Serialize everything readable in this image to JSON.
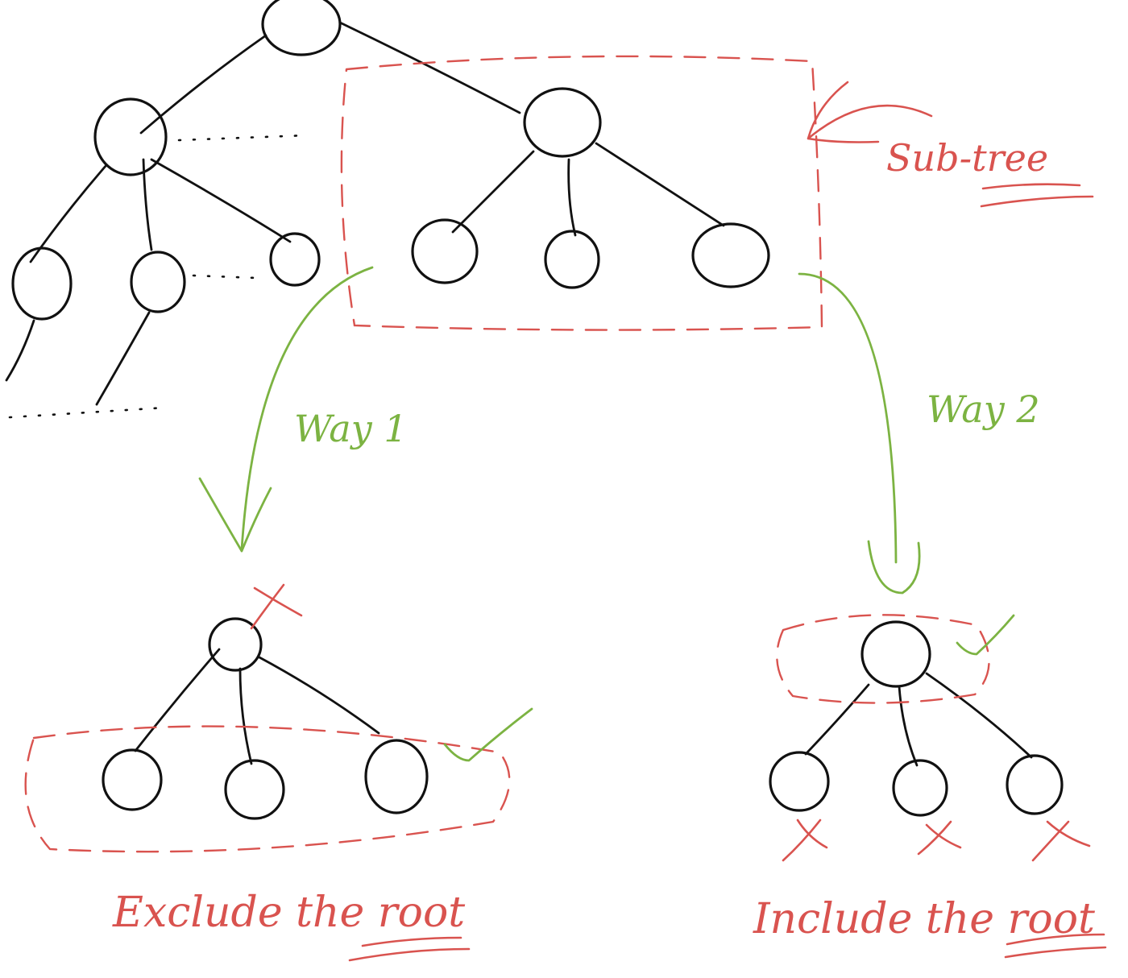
{
  "labels": {
    "subtree": "Sub-tree",
    "way1": "Way 1",
    "way2": "Way 2",
    "exclude": "Exclude the root",
    "include": "Include the root"
  },
  "colors": {
    "ink": "#111111",
    "annotation_red": "#d9534f",
    "arrow_green": "#7cb342"
  },
  "marks": {
    "excluded": "cross",
    "included": "check"
  }
}
